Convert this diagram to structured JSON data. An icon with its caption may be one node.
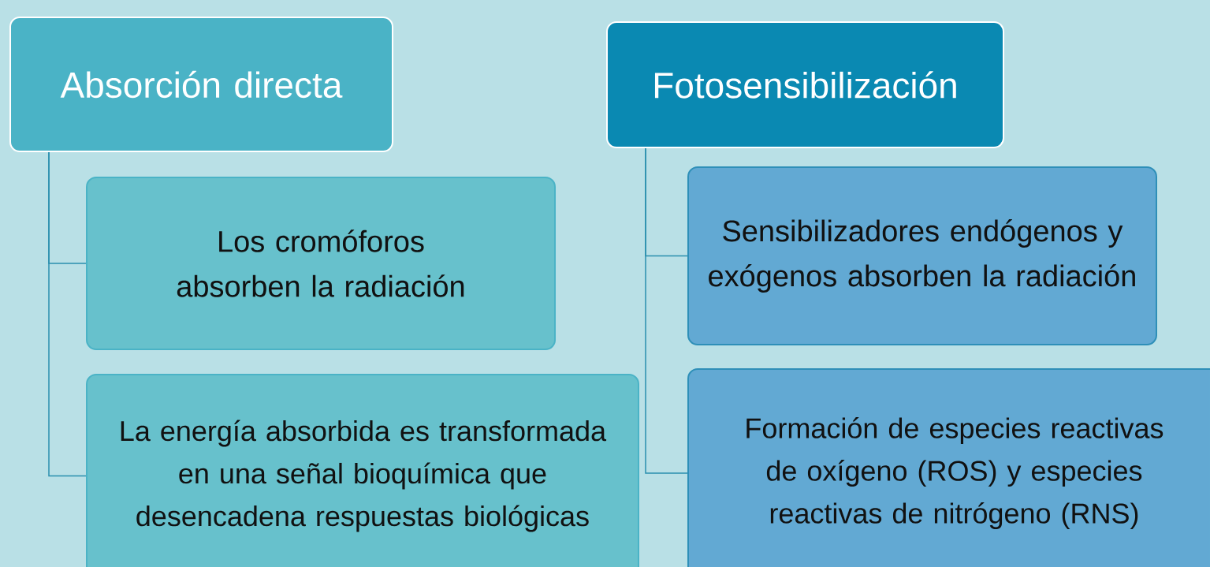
{
  "diagram": {
    "nodes": [
      {
        "text": [
          "Absorción directa"
        ]
      },
      {
        "text": [
          "Los cromóforos absorben la radiación"
        ]
      },
      {
        "text": [
          "La energía absorbida es transformada en una señal bioquímica que desencadena respuestas biológicas"
        ]
      },
      {
        "text": [
          "Fotosensibilización"
        ]
      },
      {
        "text": [
          "Sensibilizadores endógenos y exógenos absorben la radiación"
        ]
      },
      {
        "text": [
          "Formación de especies reactivas de oxígeno (ROS) y especies reactivas de nitrógeno (RNS)"
        ]
      }
    ],
    "edges": [
      {
        "from": 0,
        "to": 1,
        "arrow": "none"
      },
      {
        "from": 0,
        "to": 2,
        "arrow": "none"
      },
      {
        "from": 3,
        "to": 4,
        "arrow": "none"
      },
      {
        "from": 3,
        "to": 5,
        "arrow": "none"
      }
    ]
  }
}
